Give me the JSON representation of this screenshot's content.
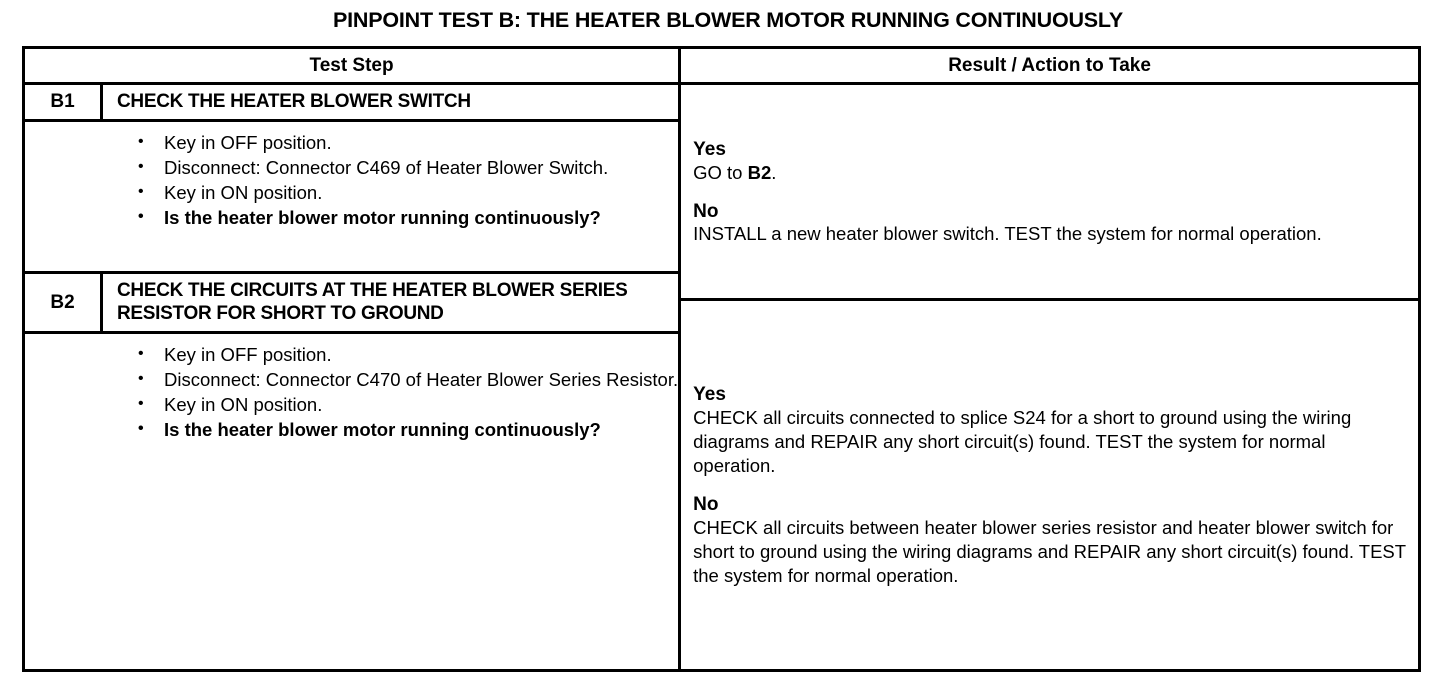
{
  "document": {
    "title": "PINPOINT TEST  B: THE HEATER BLOWER MOTOR RUNNING CONTINUOUSLY"
  },
  "table": {
    "headers": {
      "test_step": "Test Step",
      "result_action": "Result / Action to Take"
    },
    "rows": [
      {
        "id": "B1",
        "title": "CHECK THE HEATER BLOWER SWITCH",
        "steps": [
          "Key in OFF position.",
          "Disconnect: Connector C469 of Heater Blower Switch.",
          "Key in ON position.",
          "Is the heater blower motor running continuously?"
        ],
        "results": [
          {
            "label": "Yes",
            "text_prefix": "GO to ",
            "text_bold": "B2",
            "text_suffix": "."
          },
          {
            "label": "No",
            "text": "INSTALL a new heater blower switch. TEST the system for normal operation."
          }
        ]
      },
      {
        "id": "B2",
        "title": "CHECK THE CIRCUITS AT THE HEATER BLOWER SERIES RESISTOR FOR SHORT TO GROUND",
        "steps": [
          "Key in OFF position.",
          "Disconnect: Connector C470 of Heater Blower Series Resistor.",
          "Key in ON position.",
          "Is the heater blower motor running continuously?"
        ],
        "results": [
          {
            "label": "Yes",
            "text": "CHECK all circuits connected to splice S24 for a short to ground using the wiring diagrams and REPAIR any short circuit(s) found. TEST the system for normal operation."
          },
          {
            "label": "No",
            "text": "CHECK all circuits between heater blower series resistor and heater blower switch for short to ground using the wiring diagrams and REPAIR any short circuit(s) found. TEST the system for normal operation."
          }
        ]
      }
    ]
  },
  "colors": {
    "text": "#000000",
    "background": "#ffffff",
    "border": "#000000"
  }
}
